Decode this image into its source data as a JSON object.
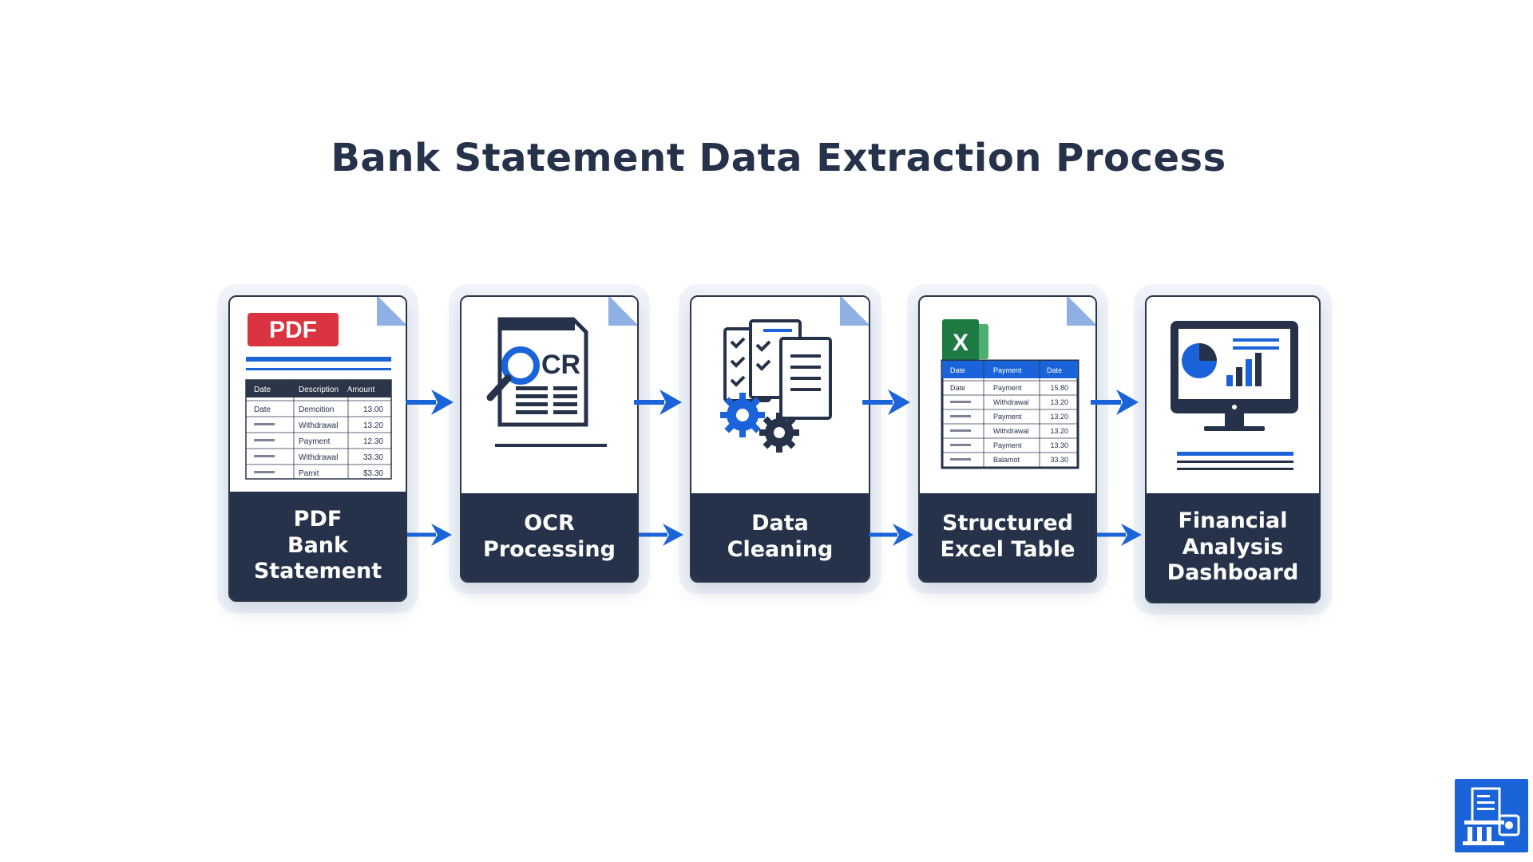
{
  "title": "Bank Statement Data Extraction Process",
  "steps": [
    {
      "label": "PDF\nBank\nStatement",
      "icon": "pdf-table-icon",
      "pdf_badge": "PDF",
      "table_headers": [
        "Date",
        "Description",
        "Amount"
      ],
      "table_rows": [
        {
          "date": "Date",
          "desc": "Demcition",
          "amount": "13.00"
        },
        {
          "date": "",
          "desc": "Withdrawal",
          "amount": "13.20"
        },
        {
          "date": "",
          "desc": "Payment",
          "amount": "12.30"
        },
        {
          "date": "",
          "desc": "Withdrawal",
          "amount": "33.30"
        },
        {
          "date": "",
          "desc": "Pamit",
          "amount": "$3.30"
        }
      ]
    },
    {
      "label": "OCR\nProcessing",
      "icon": "ocr-magnifier-icon",
      "ocr_text": "CR"
    },
    {
      "label": "Data\nCleaning",
      "icon": "checklist-gears-icon"
    },
    {
      "label": "Structured\nExcel Table",
      "icon": "excel-table-icon",
      "excel_letter": "X",
      "table_headers": [
        "Date",
        "Payment",
        "Date"
      ],
      "table_rows": [
        {
          "date": "Date",
          "desc": "Payment",
          "amount": "15.80"
        },
        {
          "date": "",
          "desc": "Withdrawal",
          "amount": "13.20"
        },
        {
          "date": "",
          "desc": "Payment",
          "amount": "13.20"
        },
        {
          "date": "",
          "desc": "Withdrawal",
          "amount": "13.20"
        },
        {
          "date": "",
          "desc": "Payment",
          "amount": "13.30"
        },
        {
          "date": "",
          "desc": "Balamot",
          "amount": "33.30"
        }
      ]
    },
    {
      "label": "Financial\nAnalysis\nDashboard",
      "icon": "monitor-dashboard-icon"
    }
  ],
  "colors": {
    "navy": "#25324a",
    "accent_blue": "#1a63d8",
    "pdf_red": "#d9343f",
    "excel_green": "#1e7a43"
  },
  "badge_icon": "ai-document-icon"
}
